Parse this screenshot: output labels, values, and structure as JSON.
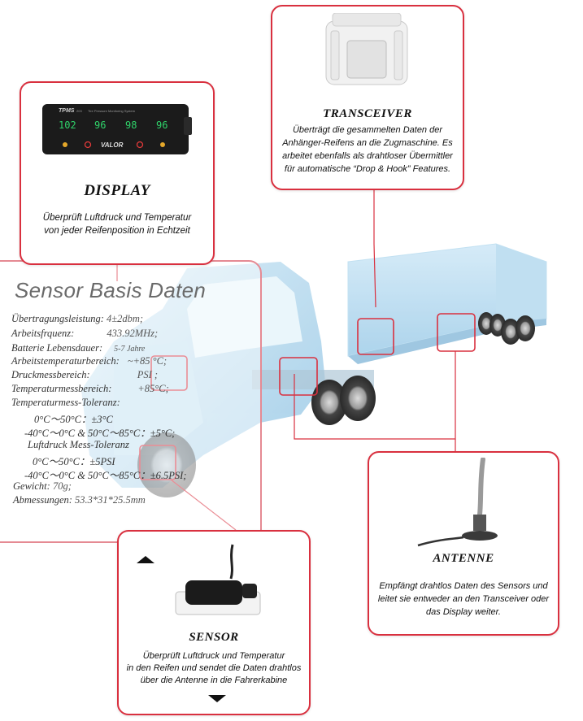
{
  "display": {
    "title": "DISPLAY",
    "description_line1": "Überprüft Luftdruck und Temperatur",
    "description_line2": "von jeder Reifenposition in Echtzeit",
    "device": {
      "brand": "TPMS",
      "model": "203",
      "subtitle": "Tire Pressure Monitoring System",
      "readings": [
        "102",
        "96",
        "98",
        "96"
      ],
      "logo": "VALOR"
    }
  },
  "transceiver": {
    "title": "TRANSCEIVER",
    "description_line1": "Überträgt die gesammelten Daten der",
    "description_line2": "Anhänger-Reifens an die Zugmaschine. Es",
    "description_line3": "arbeitet ebenfalls als drahtloser Übermittler",
    "description_line4": "für automatische “Drop & Hook” Features."
  },
  "antenna": {
    "title": "ANTENNE",
    "description_line1": "Empfängt drahtlos Daten des Sensors und",
    "description_line2": "leitet sie entweder an den Transceiver oder",
    "description_line3": "das Display weiter."
  },
  "sensor": {
    "title": "SENSOR",
    "description_line1": "Überprüft Luftdruck und Temperatur",
    "description_line2": "in den Reifen und sendet die Daten drahtlos",
    "description_line3": "über die Antenne in die Fahrerkabine"
  },
  "sensor_data": {
    "heading": "Sensor Basis Daten",
    "specs": [
      {
        "label": "Übertragungsleistung:",
        "value": "4±2dbm;"
      },
      {
        "label": "Arbeitsfrquenz:",
        "value": "433.92MHz;"
      },
      {
        "label": "Batterie Lebensdauer:",
        "value": "5-7 Jahre"
      },
      {
        "label": "Arbeitstemperaturbereich:",
        "value": "~+85 °C;"
      },
      {
        "label": "Druckmessbereich:",
        "value": "PSI ;"
      },
      {
        "label": "Temperaturmessbereich:",
        "value": "+85°C;"
      },
      {
        "label": "Temperaturmess-Toleranz:",
        "value": ""
      },
      {
        "label": "0°C～50°C：±3°C",
        "value": ""
      },
      {
        "label": "-40°C～0°C & 50°C～85°C：±5°C;",
        "value": ""
      },
      {
        "label": "Luftdruck Mess-Toleranz",
        "value": ""
      },
      {
        "label": "0°C～50°C：±5PSI",
        "value": ""
      },
      {
        "label": "-40°C～0°C & 50°C～85°C：±6.5PSI;",
        "value": ""
      },
      {
        "label": "Gewicht:",
        "value": "70g;"
      },
      {
        "label": "Abmessungen:",
        "value": "53.3*31*25.5mm"
      }
    ]
  },
  "colors": {
    "accent_red": "#d9303f",
    "truck_blue": "#a9d3ec",
    "display_green": "#2fd36a"
  }
}
